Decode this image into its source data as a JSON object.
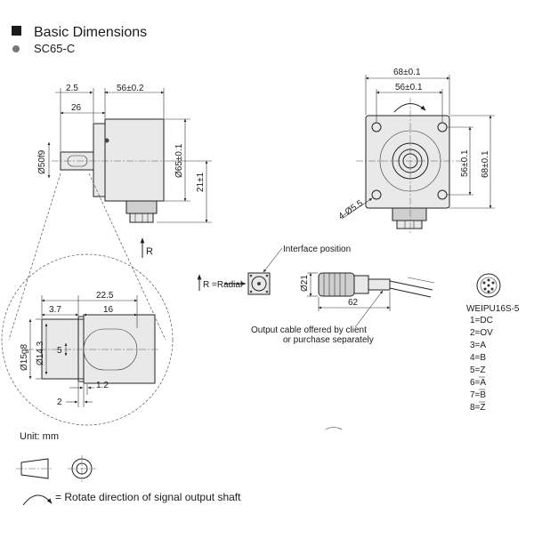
{
  "header": {
    "title": "Basic Dimensions",
    "model": "SC65-C"
  },
  "side_view": {
    "dim_2_5": "2.5",
    "dim_56": "56±0.2",
    "dim_26": "26",
    "dia_50": "Ø50f9",
    "dia_65": "Ø65±0.1",
    "dim_21": "21±1",
    "r_label": "R"
  },
  "front_view": {
    "dim_68_top": "68±0.1",
    "dim_56_top": "56±0.1",
    "dim_56_right": "56±0.1",
    "dim_68_right": "68±0.1",
    "holes": "4-Ø5.5"
  },
  "detail": {
    "dim_22_5": "22.5",
    "dim_3_7": "3.7",
    "dim_16": "16",
    "dia_15": "Ø15g8",
    "dia_14_3": "Ø14.3",
    "dim_5": "5",
    "dim_2": "2",
    "dim_1_2": "1.2"
  },
  "connector": {
    "interface_label": "Interface position",
    "radial_label": "R =Radial",
    "dia_21": "Ø21",
    "dim_62": "62",
    "cable_note_1": "Output cable offered by client",
    "cable_note_2": "or purchase separately"
  },
  "pinout": {
    "name": "WEIPU16S-5",
    "pins": [
      "1=DC",
      "2=OV",
      "3=A",
      "4=B",
      "5=Z",
      "6=A",
      "7=B",
      "8=Z"
    ]
  },
  "footer": {
    "unit": "Unit: mm",
    "rotate_note": "= Rotate direction of signal output shaft"
  }
}
